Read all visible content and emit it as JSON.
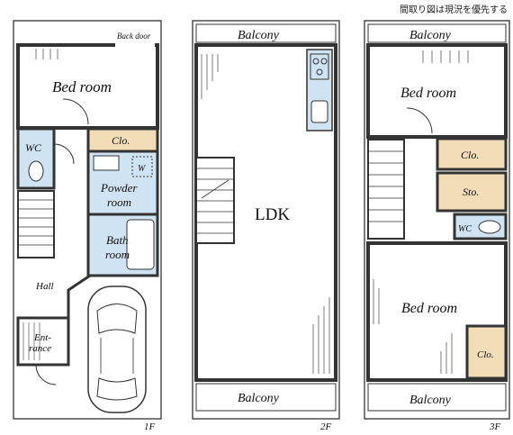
{
  "note": "間取り図は現況を優先する",
  "floor1": {
    "floor_label": "1F",
    "back_door": "Back door",
    "bedroom": "Bed room",
    "closet": "Clo.",
    "wc": "WC",
    "washer": "W",
    "powder_1": "Powder",
    "powder_2": "room",
    "bath_1": "Bath",
    "bath_2": "room",
    "hall": "Hall",
    "entrance_1": "Ent-",
    "entrance_2": "rance"
  },
  "floor2": {
    "floor_label": "2F",
    "balcony_top": "Balcony",
    "ldk": "LDK",
    "balcony_bottom": "Balcony"
  },
  "floor3": {
    "floor_label": "3F",
    "balcony_top": "Balcony",
    "bedroom_top": "Bed room",
    "closet_1": "Clo.",
    "storage": "Sto.",
    "wc": "WC",
    "bedroom_bottom": "Bed room",
    "closet_2": "Clo.",
    "balcony_bottom": "Balcony"
  },
  "colors": {
    "wall": "#333333",
    "wet_area": "#cfe3f2",
    "closet": "#f3dcb8",
    "background": "#ffffff"
  }
}
